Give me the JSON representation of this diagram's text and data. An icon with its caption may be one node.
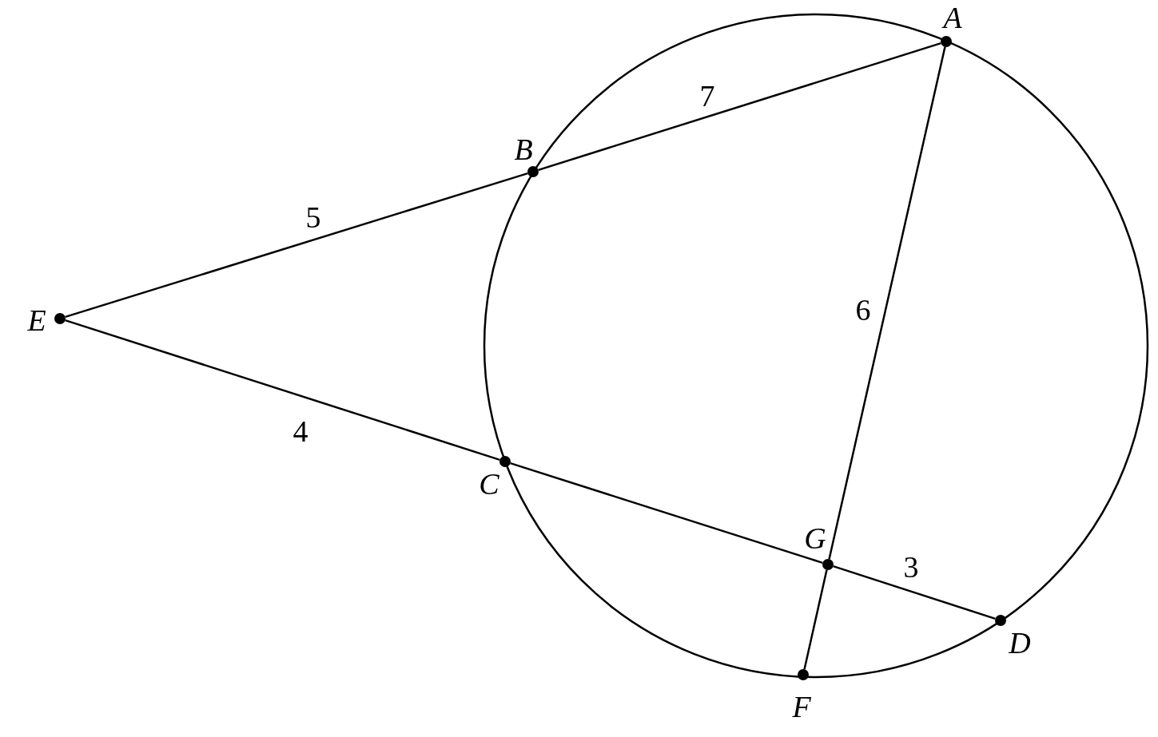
{
  "diagram": {
    "nodes": [
      {
        "text": [
          "A"
        ]
      },
      {
        "text": [
          "B"
        ]
      },
      {
        "text": [
          "E"
        ]
      },
      {
        "text": [
          "C"
        ]
      },
      {
        "text": [
          "G"
        ]
      },
      {
        "text": [
          "D"
        ]
      },
      {
        "text": [
          "F"
        ]
      }
    ],
    "edges": [
      {
        "from": 1,
        "to": 0,
        "arrow": "none",
        "label": "7"
      },
      {
        "from": 2,
        "to": 1,
        "arrow": "none",
        "label": "5"
      },
      {
        "from": 0,
        "to": 4,
        "arrow": "none",
        "label": "6"
      },
      {
        "from": 2,
        "to": 3,
        "arrow": "none",
        "label": "4"
      },
      {
        "from": 3,
        "to": 4,
        "arrow": "none"
      },
      {
        "from": 4,
        "to": 5,
        "arrow": "none",
        "label": "3"
      },
      {
        "from": 4,
        "to": 6,
        "arrow": "none"
      }
    ]
  }
}
